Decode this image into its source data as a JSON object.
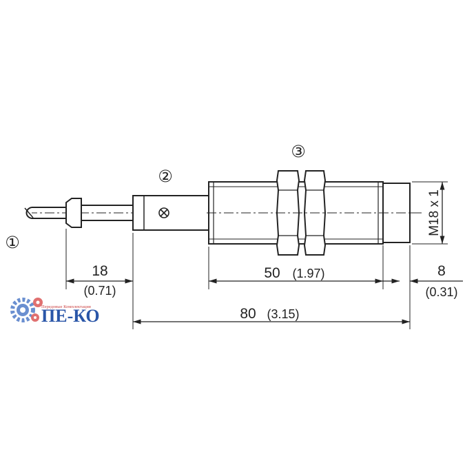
{
  "callouts": {
    "c1": "①",
    "c2": "②",
    "c3": "③"
  },
  "dimensions": {
    "cable_length": {
      "value": "18",
      "alt": "(0.71)"
    },
    "thread_length": {
      "value": "50",
      "alt": "(1.97)"
    },
    "face_length": {
      "value": "8",
      "alt": "(0.31)"
    },
    "total_length": {
      "value": "80",
      "alt": "(3.15)"
    },
    "thread": "M18 x 1"
  },
  "watermark": {
    "tagline": "Передовые Комплектация",
    "brand": "ПЕ-КО"
  },
  "colors": {
    "line": "#222222",
    "logo_blue": "#2a56a8",
    "logo_red": "#cc4444"
  }
}
